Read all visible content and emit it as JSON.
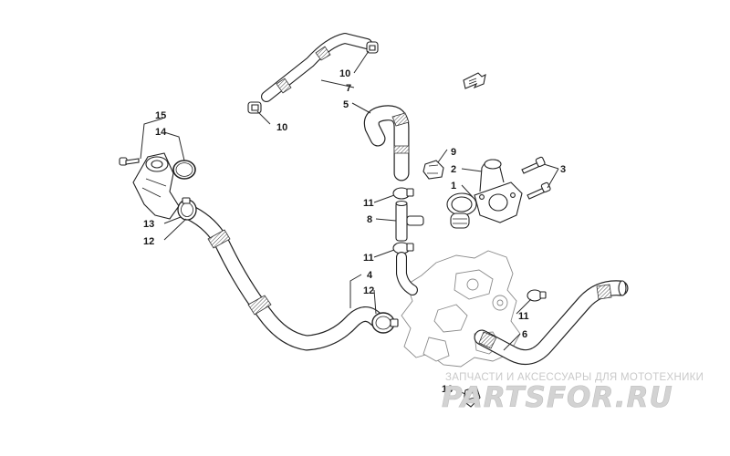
{
  "labels": {
    "p1": "1",
    "p2": "2",
    "p3": "3",
    "p4": "4",
    "p5": "5",
    "p6": "6",
    "p7": "7",
    "p8": "8",
    "p9": "9",
    "p10a": "10",
    "p10b": "10",
    "p11a": "11",
    "p11b": "11",
    "p11c": "11",
    "p12a": "12",
    "p12b": "12",
    "p13": "13",
    "p14": "14",
    "p15": "15",
    "p16": "16"
  },
  "watermark": {
    "caption": "ЗАПЧАСТИ И АКСЕССУАРЫ ДЛЯ МОТОТЕХНИКИ",
    "brand": "PARTSFOR.RU"
  },
  "icons": {
    "front_arrow": "fwd-arrow-icon"
  },
  "colors": {
    "line": "#222222",
    "watermark": "#cccccc"
  }
}
